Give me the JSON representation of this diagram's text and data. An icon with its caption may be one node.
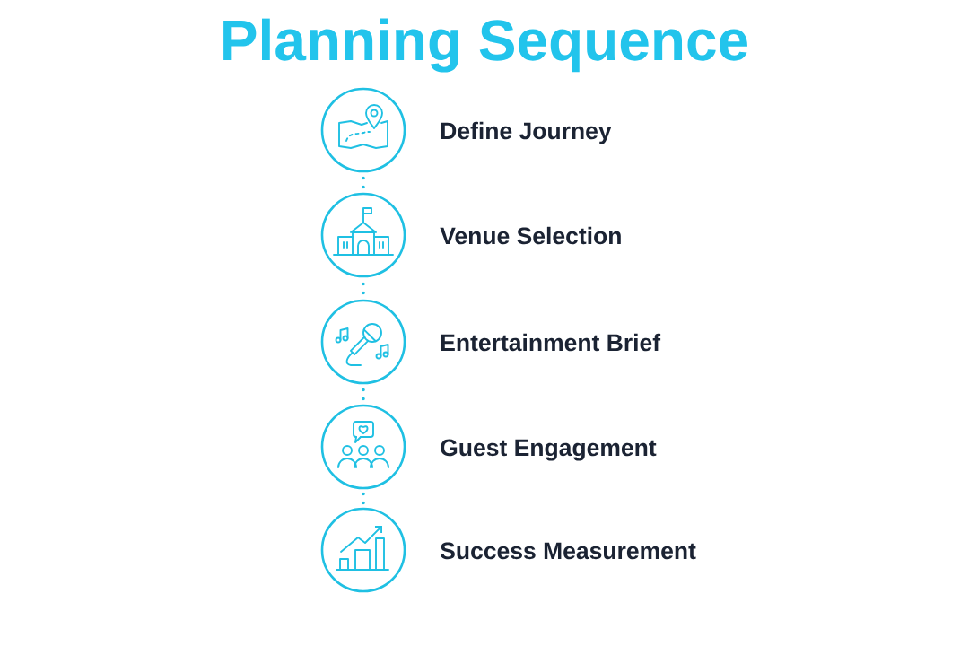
{
  "diagram": {
    "title": "Planning Sequence",
    "nodes": [
      {
        "text": [],
        "shape": "circle",
        "beside": [
          "Define Journey"
        ]
      },
      {
        "text": [],
        "shape": "circle",
        "beside": [
          "Venue Selection"
        ]
      },
      {
        "text": [],
        "shape": "circle",
        "beside": [
          "Entertainment Brief"
        ]
      },
      {
        "text": [],
        "shape": "circle",
        "beside": [
          "Guest Engagement"
        ]
      },
      {
        "text": [],
        "shape": "circle",
        "beside": [
          "Success Measurement"
        ]
      }
    ],
    "edges": [
      {
        "from": 0,
        "to": 1,
        "arrow": "none",
        "style": "dashed"
      },
      {
        "from": 1,
        "to": 2,
        "arrow": "none",
        "style": "dashed"
      },
      {
        "from": 2,
        "to": 3,
        "arrow": "none",
        "style": "dashed"
      },
      {
        "from": 3,
        "to": 4,
        "arrow": "none",
        "style": "dashed"
      }
    ]
  }
}
